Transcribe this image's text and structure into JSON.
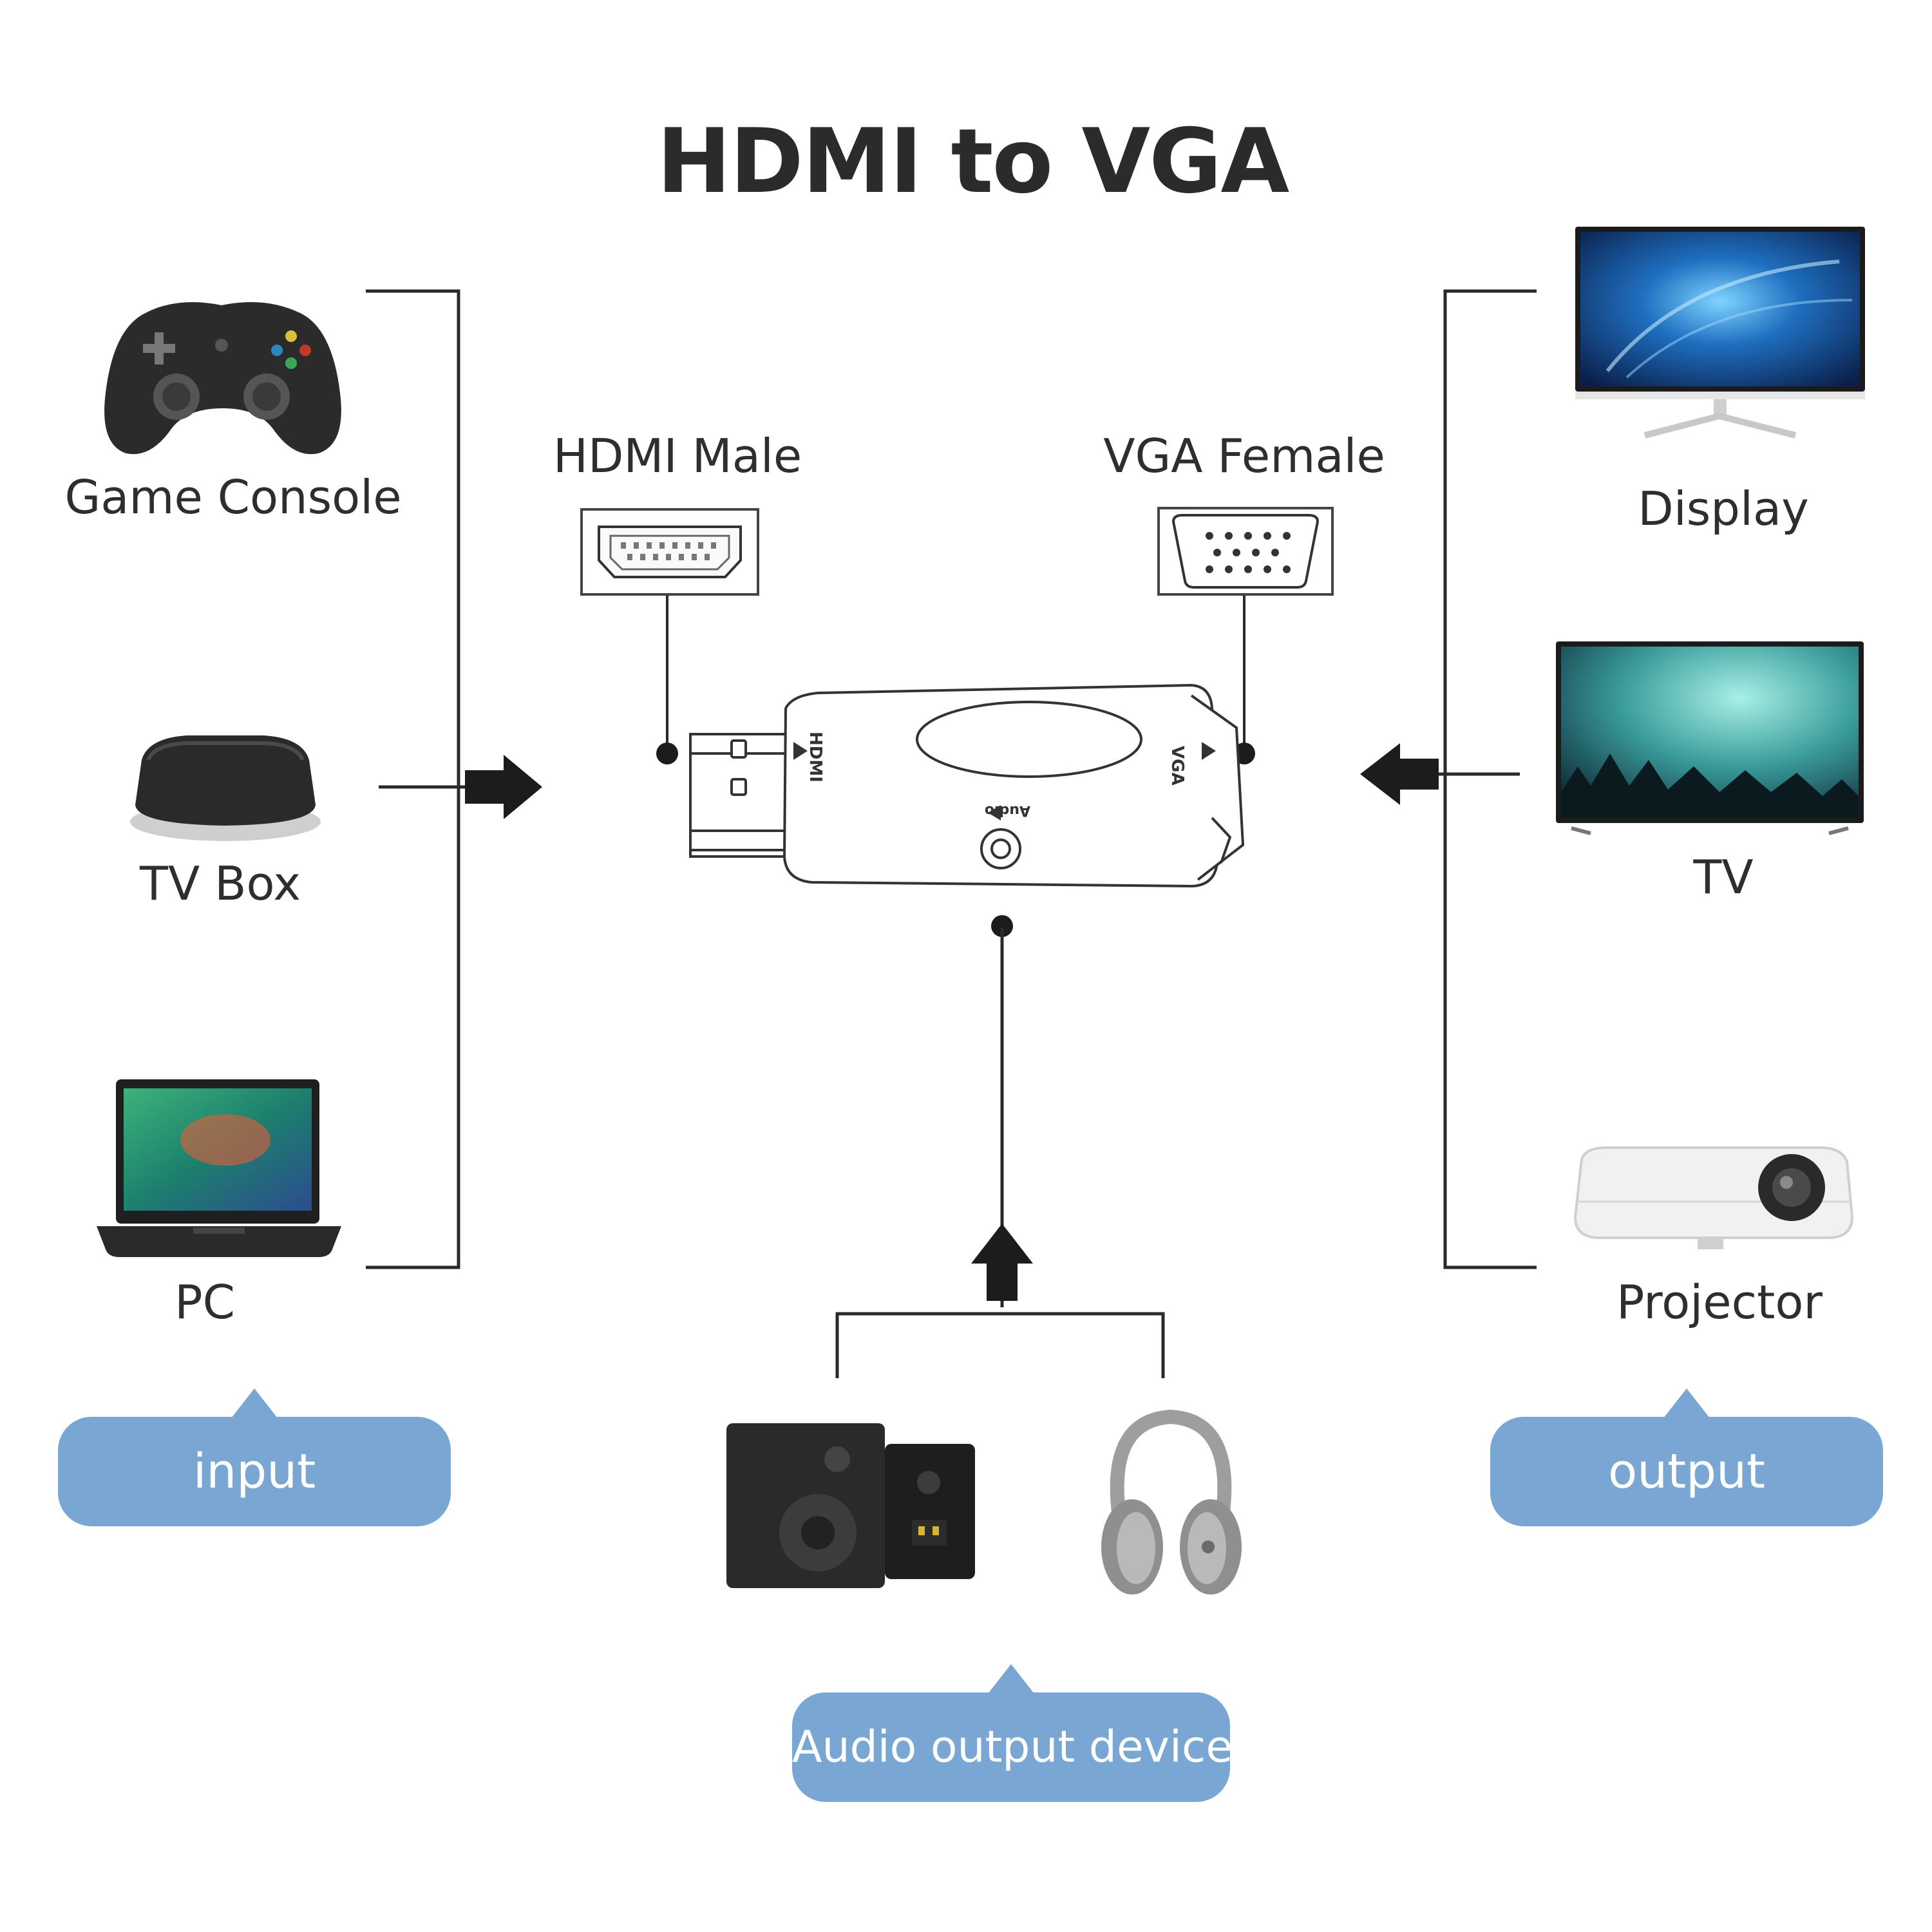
{
  "title": "HDMI to VGA",
  "connectors": {
    "hdmi": "HDMI Male",
    "vga": "VGA Female",
    "adapter_hdmi_mark": "HDMI",
    "adapter_vga_mark": "VGA",
    "adapter_audio_mark": "Audio"
  },
  "inputs": {
    "game_console": "Game Console",
    "tv_box": "TV Box",
    "pc": "PC"
  },
  "outputs": {
    "display": "Display",
    "tv": "TV",
    "projector": "Projector"
  },
  "groups": {
    "input": "input",
    "output": "output",
    "audio": "Audio output device"
  },
  "colors": {
    "pill": "#7aa6d3",
    "line": "#222222",
    "arrow": "#1c1c1c"
  }
}
